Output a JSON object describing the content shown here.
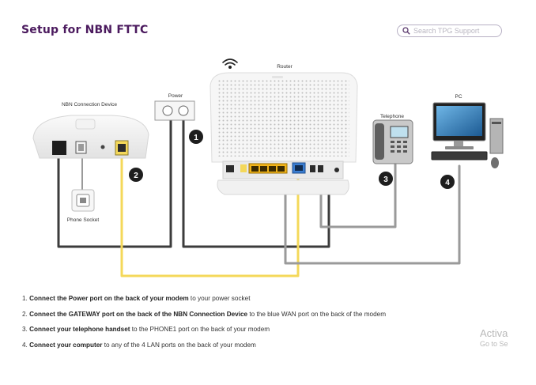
{
  "page": {
    "title": "Setup for NBN FTTC"
  },
  "search": {
    "placeholder": "Search TPG Support",
    "icon": "search-icon"
  },
  "diagram": {
    "labels": {
      "nbn_device": "NBN Connection Device",
      "power": "Power",
      "router": "Router",
      "telephone": "Telephone",
      "pc": "PC",
      "phone_socket": "Phone Socket"
    },
    "steps": [
      "1",
      "2",
      "3",
      "4"
    ],
    "cable_colors": {
      "power": "#3c3c3c",
      "gateway": "#f4d85a",
      "telephone": "#9a9a9a",
      "lan": "#9a9a9a"
    }
  },
  "instructions": [
    {
      "number": "1.",
      "bold": "Connect the Power port on the back of your modem",
      "rest": " to your power socket"
    },
    {
      "number": "2.",
      "bold": "Connect the GATEWAY port on the back of the NBN Connection Device",
      "rest": " to the blue WAN port on the back of the modem"
    },
    {
      "number": "3.",
      "bold": "Connect your telephone handset",
      "rest": " to the PHONE1 port on the back of your modem"
    },
    {
      "number": "4.",
      "bold": "Connect your computer",
      "rest": " to any of the 4 LAN ports on the back of your modem"
    }
  ],
  "watermark": {
    "line1": "Activa",
    "line2": "Go to Se"
  }
}
